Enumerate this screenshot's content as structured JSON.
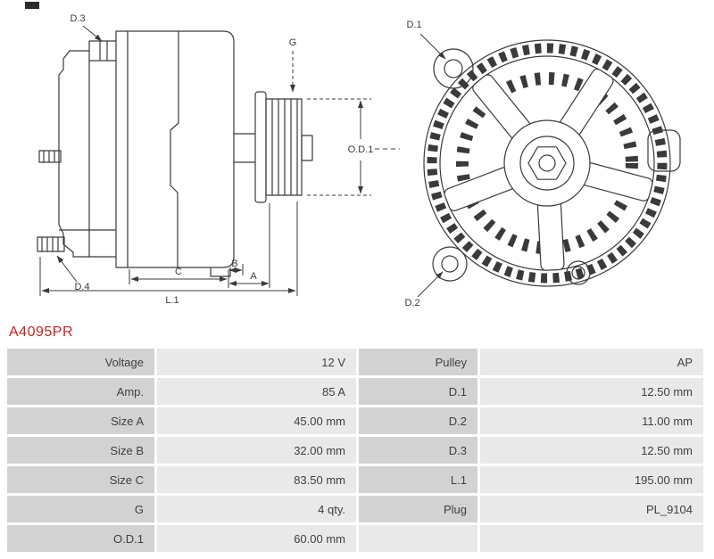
{
  "part_number": "A4095PR",
  "diagram": {
    "labels": {
      "d3": "D.3",
      "g": "G",
      "od1": "O.D.1",
      "d4": "D.4",
      "c": "C",
      "b": "B",
      "a": "A",
      "l1": "L.1",
      "d1": "D.1",
      "d2": "D.2"
    }
  },
  "table": {
    "rows": [
      {
        "label1": "Voltage",
        "value1": "12 V",
        "label2": "Pulley",
        "value2": "AP"
      },
      {
        "label1": "Amp.",
        "value1": "85 A",
        "label2": "D.1",
        "value2": "12.50 mm"
      },
      {
        "label1": "Size A",
        "value1": "45.00 mm",
        "label2": "D.2",
        "value2": "11.00 mm"
      },
      {
        "label1": "Size B",
        "value1": "32.00 mm",
        "label2": "D.3",
        "value2": "12.50 mm"
      },
      {
        "label1": "Size C",
        "value1": "83.50 mm",
        "label2": "L.1",
        "value2": "195.00 mm"
      },
      {
        "label1": "G",
        "value1": "4 qty.",
        "label2": "Plug",
        "value2": "PL_9104"
      },
      {
        "label1": "O.D.1",
        "value1": "60.00 mm",
        "label2": "",
        "value2": ""
      }
    ]
  },
  "colors": {
    "part_number": "#cc2020",
    "label_cell": "#d2d2d2",
    "value_cell": "#e9e9e9",
    "line": "#3a3a3a"
  }
}
